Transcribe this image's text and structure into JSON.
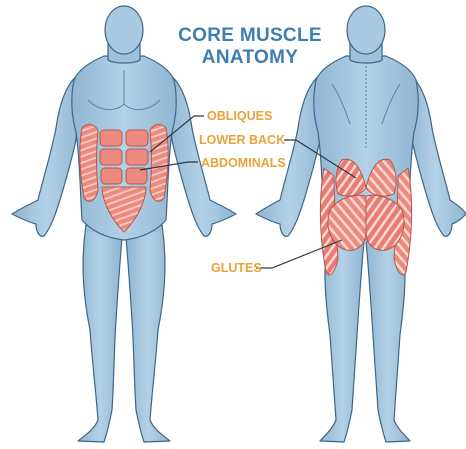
{
  "title": {
    "line1": "CORE MUSCLE",
    "line2": "ANATOMY"
  },
  "labels": {
    "obliques": "OBLIQUES",
    "lower_back": "LOWER BACK",
    "abdominals": "ABDOMINALS",
    "glutes": "GLUTES"
  },
  "colors": {
    "title": "#3d7fb3",
    "label": "#e8a33a",
    "body_fill": "#a9c9e0",
    "body_shade": "#7ea9c8",
    "body_outline": "#3f6684",
    "muscle": "#ec8a80",
    "muscle_stripe": "#fbd9d2",
    "leader_line": "#2b3b4a"
  }
}
